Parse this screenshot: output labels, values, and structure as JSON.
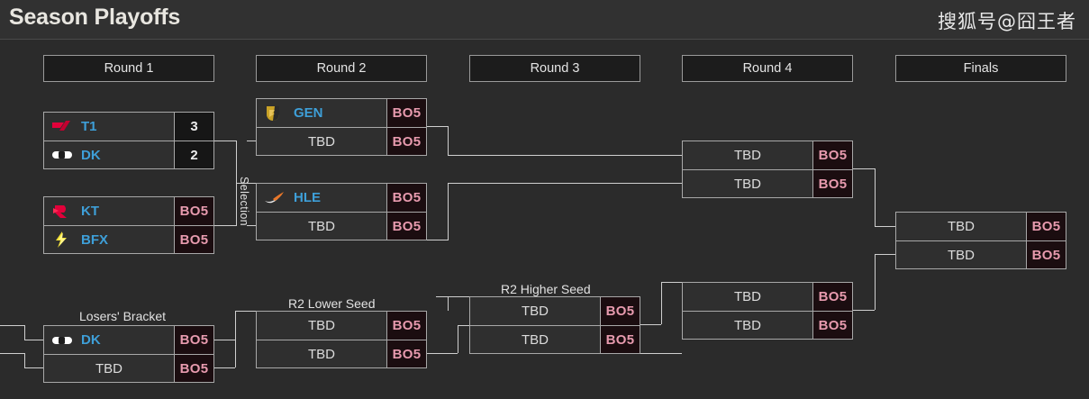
{
  "header": {
    "title": "Season Playoffs",
    "watermark": "搜狐号@囧王者"
  },
  "rounds": [
    {
      "label": "Round 1"
    },
    {
      "label": "Round 2"
    },
    {
      "label": "Round 3"
    },
    {
      "label": "Round 4"
    },
    {
      "label": "Finals"
    }
  ],
  "captions": {
    "selection": "Selection",
    "losers_bracket": "Losers' Bracket",
    "r2_lower_seed": "R2 Lower Seed",
    "r2_higher_seed": "R2 Higher Seed"
  },
  "colors": {
    "background": "#2b2b2b",
    "box_border": "#a8a8a8",
    "team_name": "#3e9fd8",
    "tbd_text": "#dcdcdc",
    "bo_text": "#e79aae",
    "bo_background": "#1b0d10",
    "score_background": "#161616",
    "connector": "#cfcfcf"
  },
  "matches": {
    "r1_m1": {
      "slots": [
        {
          "team": "T1",
          "logo": "t1-logo",
          "value": "3"
        },
        {
          "team": "DK",
          "logo": "dk-logo",
          "value": "2"
        }
      ]
    },
    "r1_m2": {
      "slots": [
        {
          "team": "KT",
          "logo": "kt-logo",
          "value": "BO5"
        },
        {
          "team": "BFX",
          "logo": "bfx-logo",
          "value": "BO5"
        }
      ]
    },
    "r2_m1": {
      "slots": [
        {
          "team": "GEN",
          "logo": "gen-logo",
          "value": "BO5"
        },
        {
          "team": "TBD",
          "logo": "none",
          "value": "BO5"
        }
      ]
    },
    "r2_m2": {
      "slots": [
        {
          "team": "HLE",
          "logo": "hle-logo",
          "value": "BO5"
        },
        {
          "team": "TBD",
          "logo": "none",
          "value": "BO5"
        }
      ]
    },
    "r4_upper": {
      "slots": [
        {
          "team": "TBD",
          "logo": "none",
          "value": "BO5"
        },
        {
          "team": "TBD",
          "logo": "none",
          "value": "BO5"
        }
      ]
    },
    "finals": {
      "slots": [
        {
          "team": "TBD",
          "logo": "none",
          "value": "BO5"
        },
        {
          "team": "TBD",
          "logo": "none",
          "value": "BO5"
        }
      ]
    },
    "losers_m1": {
      "slots": [
        {
          "team": "DK",
          "logo": "dk-logo",
          "value": "BO5"
        },
        {
          "team": "TBD",
          "logo": "none",
          "value": "BO5"
        }
      ]
    },
    "r2_lower": {
      "slots": [
        {
          "team": "TBD",
          "logo": "none",
          "value": "BO5"
        },
        {
          "team": "TBD",
          "logo": "none",
          "value": "BO5"
        }
      ]
    },
    "r2_higher": {
      "slots": [
        {
          "team": "TBD",
          "logo": "none",
          "value": "BO5"
        },
        {
          "team": "TBD",
          "logo": "none",
          "value": "BO5"
        }
      ]
    },
    "r4_lower": {
      "slots": [
        {
          "team": "TBD",
          "logo": "none",
          "value": "BO5"
        },
        {
          "team": "TBD",
          "logo": "none",
          "value": "BO5"
        }
      ]
    }
  }
}
